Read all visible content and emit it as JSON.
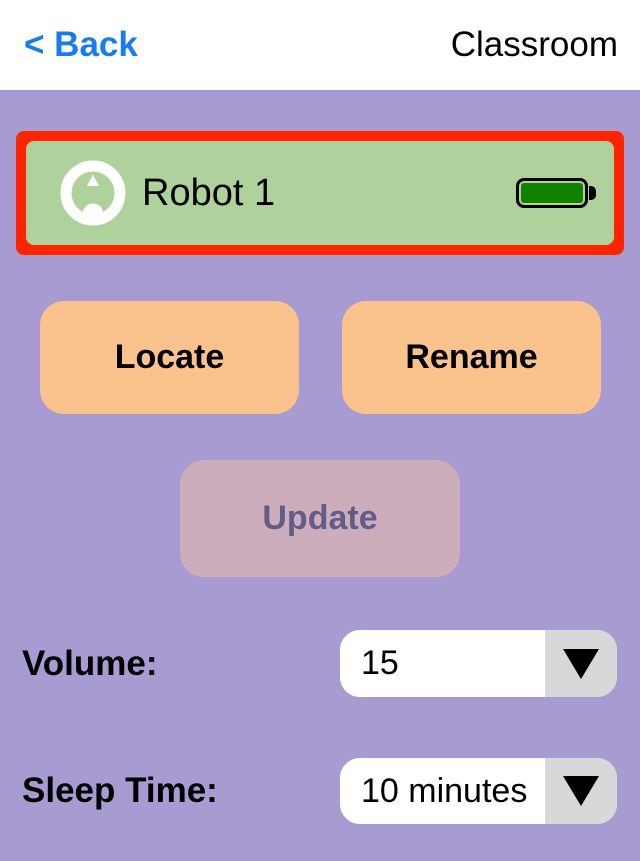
{
  "header": {
    "back_label": "< Back",
    "title": "Classroom"
  },
  "robot_card": {
    "name": "Robot 1",
    "selected": true,
    "battery_level": "full"
  },
  "buttons": {
    "locate": "Locate",
    "rename": "Rename",
    "update": "Update",
    "update_enabled": false
  },
  "settings": {
    "volume": {
      "label": "Volume:",
      "value": "15"
    },
    "sleep_time": {
      "label": "Sleep Time:",
      "value": "10 minutes"
    }
  },
  "icons": {
    "robot": "root-robot-icon",
    "battery": "battery-full-icon",
    "dropdown_arrow": "dropdown-arrow-icon"
  },
  "colors": {
    "page-bg": "#a89bd1",
    "header-bg": "#ffffff",
    "back-link": "#187bf0",
    "highlight-red": "#fe2400",
    "card-green": "#afd29d",
    "button-orange": "#fac28d",
    "update-pink": "#ccadbb",
    "update-text": "#635c86",
    "dropdown-gray": "#d8d8d8",
    "battery-green": "#118200",
    "text-black": "#000000"
  }
}
